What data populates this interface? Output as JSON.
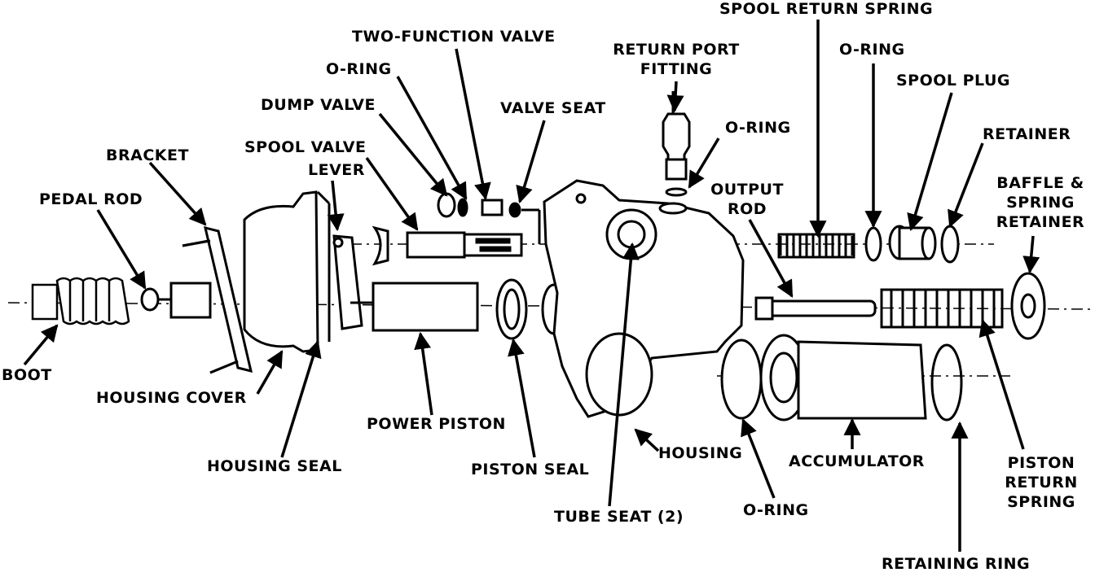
{
  "labels": {
    "spool_return_spring": "SPOOL RETURN SPRING",
    "two_function_valve": "TWO-FUNCTION VALVE",
    "return_port_fitting_1": "RETURN PORT",
    "return_port_fitting_2": "FITTING",
    "o_ring_top_right": "O-RING",
    "o_ring_top_left": "O-RING",
    "spool_plug": "SPOOL PLUG",
    "dump_valve": "DUMP VALVE",
    "valve_seat": "VALVE SEAT",
    "o_ring_fitting": "O-RING",
    "retainer": "RETAINER",
    "bracket": "BRACKET",
    "spool_valve": "SPOOL VALVE",
    "lever": "LEVER",
    "output_rod_1": "OUTPUT",
    "output_rod_2": "ROD",
    "baffle_1": "BAFFLE &",
    "baffle_2": "SPRING",
    "baffle_3": "RETAINER",
    "pedal_rod": "PEDAL ROD",
    "boot": "BOOT",
    "housing_cover": "HOUSING COVER",
    "power_piston": "POWER PISTON",
    "housing": "HOUSING",
    "accumulator": "ACCUMULATOR",
    "piston_return_spring_1": "PISTON",
    "piston_return_spring_2": "RETURN",
    "piston_return_spring_3": "SPRING",
    "housing_seal": "HOUSING SEAL",
    "piston_seal": "PISTON SEAL",
    "o_ring_bottom": "O-RING",
    "tube_seat": "TUBE SEAT (2)",
    "retaining_ring": "RETAINING RING"
  }
}
